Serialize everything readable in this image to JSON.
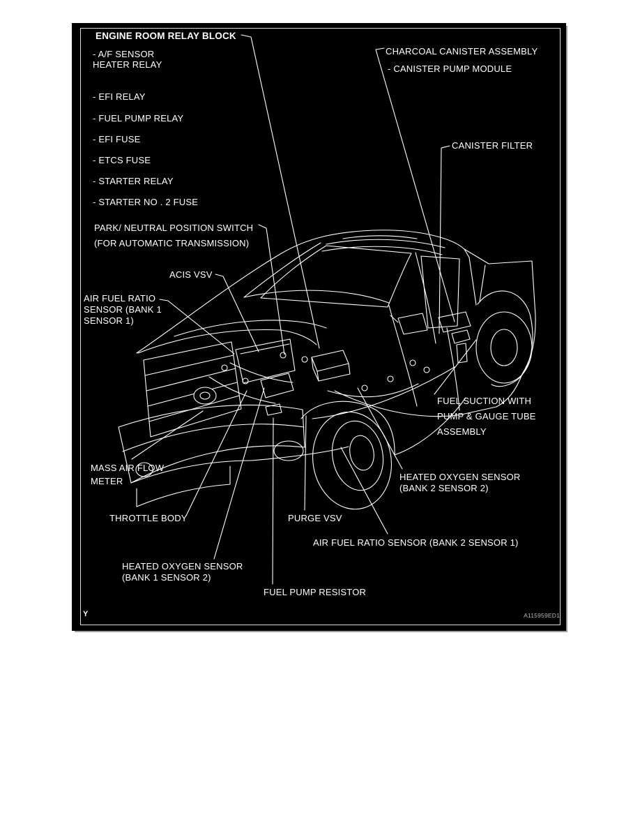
{
  "diagram": {
    "kind": "vehicle-component-location-diagram",
    "colors": {
      "page_background": "#ffffff",
      "diagram_background": "#000000",
      "line": "#ffffff",
      "text": "#ffffff",
      "inner_border": "#dcdcdc",
      "shadow": "#a0a0a0",
      "figure_code_text": "#b8b8b8"
    },
    "corner_mark": "Y",
    "figure_code": "A115959ED1",
    "labels": {
      "engine_room_relay_block": "ENGINE ROOM RELAY BLOCK",
      "af_sensor_heater_relay": "- A/F SENSOR\nHEATER RELAY",
      "efi_relay": "- EFI RELAY",
      "fuel_pump_relay": "- FUEL PUMP RELAY",
      "efi_fuse": "- EFI FUSE",
      "etcs_fuse": "- ETCS FUSE",
      "starter_relay": "- STARTER RELAY",
      "starter_no2_fuse": "- STARTER NO . 2 FUSE",
      "charcoal_canister_assembly": "CHARCOAL CANISTER ASSEMBLY",
      "canister_pump_module": "- CANISTER PUMP MODULE",
      "canister_filter": "CANISTER FILTER",
      "park_neutral_position_switch": "PARK/ NEUTRAL POSITION SWITCH\n(FOR AUTOMATIC TRANSMISSION)",
      "acis_vsv": "ACIS VSV",
      "air_fuel_ratio_sensor_bank1_sensor1": "AIR FUEL RATIO\nSENSOR (BANK 1\nSENSOR 1)",
      "fuel_suction_with_pump_gauge_tube_assembly": "FUEL SUCTION WITH\nPUMP & GAUGE TUBE\nASSEMBLY",
      "mass_air_flow_meter": "MASS AIR FLOW\nMETER",
      "throttle_body": "THROTTLE BODY",
      "purge_vsv": "PURGE VSV",
      "air_fuel_ratio_sensor_bank2_sensor1": "AIR FUEL RATIO SENSOR (BANK 2 SENSOR 1)",
      "heated_oxygen_sensor_bank1_sensor2": "HEATED OXYGEN SENSOR\n(BANK 1 SENSOR 2)",
      "fuel_pump_resistor": "FUEL PUMP RESISTOR",
      "heated_oxygen_sensor_bank2_sensor2": "HEATED OXYGEN SENSOR\n(BANK 2 SENSOR 2)"
    }
  }
}
